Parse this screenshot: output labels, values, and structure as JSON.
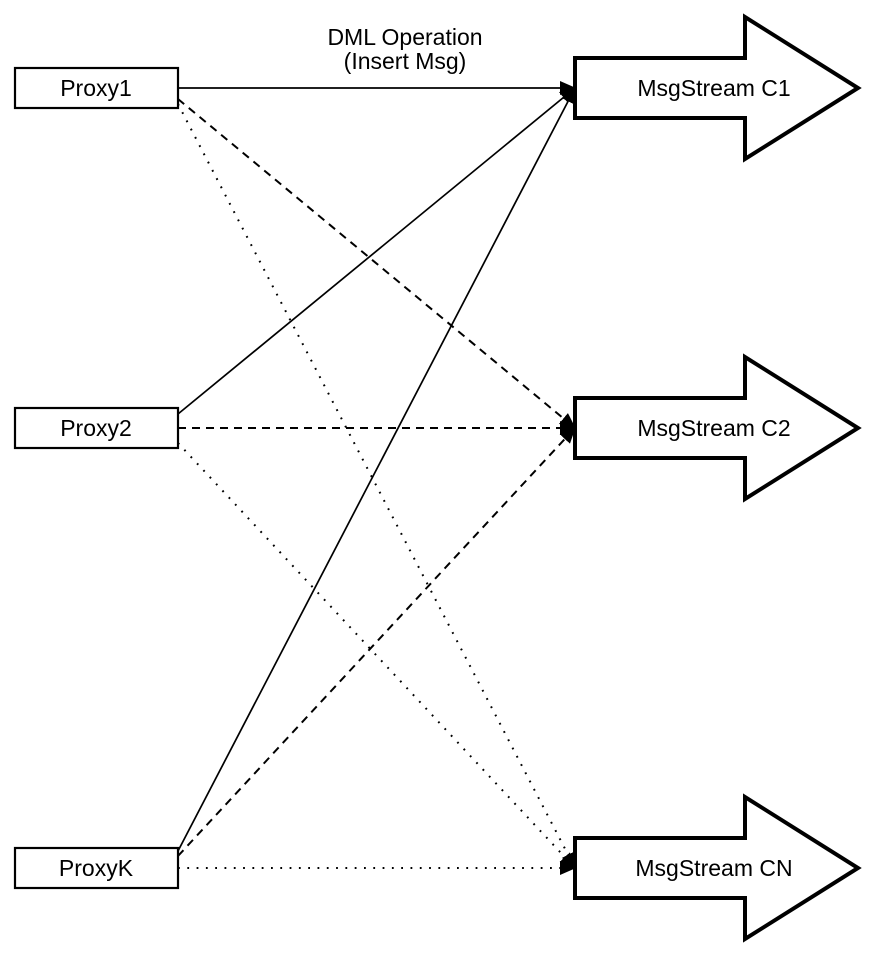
{
  "title": {
    "line1": "DML Operation",
    "line2": "(Insert Msg)"
  },
  "proxies": [
    {
      "label": "Proxy1"
    },
    {
      "label": "Proxy2"
    },
    {
      "label": "ProxyK"
    }
  ],
  "streams": [
    {
      "label": "MsgStream C1"
    },
    {
      "label": "MsgStream C2"
    },
    {
      "label": "MsgStream CN"
    }
  ],
  "connections": [
    {
      "from": "Proxy1",
      "to": "MsgStream C1",
      "style": "solid"
    },
    {
      "from": "Proxy1",
      "to": "MsgStream C2",
      "style": "dashed"
    },
    {
      "from": "Proxy1",
      "to": "MsgStream CN",
      "style": "dotted"
    },
    {
      "from": "Proxy2",
      "to": "MsgStream C1",
      "style": "solid"
    },
    {
      "from": "Proxy2",
      "to": "MsgStream C2",
      "style": "dashed"
    },
    {
      "from": "Proxy2",
      "to": "MsgStream CN",
      "style": "dotted"
    },
    {
      "from": "ProxyK",
      "to": "MsgStream C1",
      "style": "solid"
    },
    {
      "from": "ProxyK",
      "to": "MsgStream C2",
      "style": "dashed"
    },
    {
      "from": "ProxyK",
      "to": "MsgStream CN",
      "style": "dotted"
    }
  ],
  "colors": {
    "stroke": "#000000",
    "fill": "#ffffff"
  }
}
